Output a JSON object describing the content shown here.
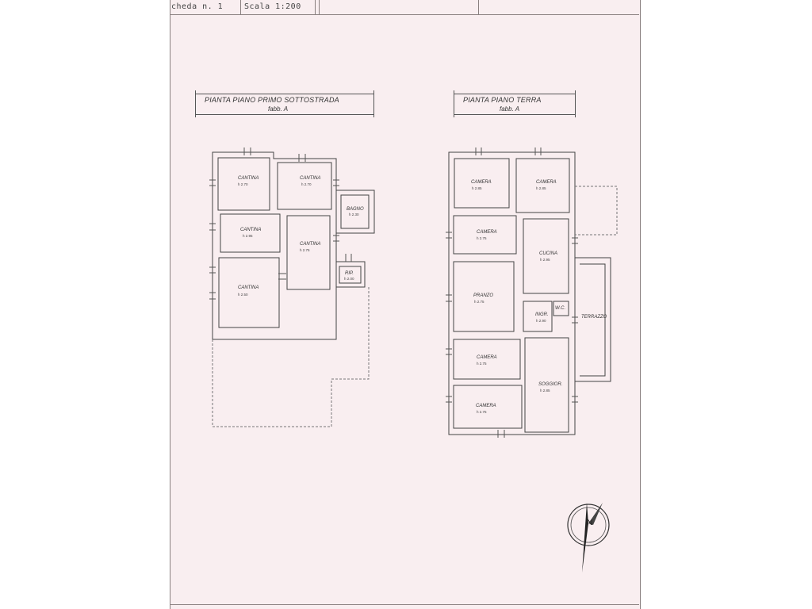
{
  "header": {
    "sheet_label": "cheda n. 1",
    "scale_label": "Scala 1:200"
  },
  "plans": [
    {
      "title": "PIANTA PIANO PRIMO SOTTOSTRADA",
      "subtitle": "fabb. A",
      "rooms": [
        {
          "name": "CANTINA",
          "height": "h 2.70"
        },
        {
          "name": "CANTINA",
          "height": "h 2.70"
        },
        {
          "name": "BAGNO",
          "height": "h 2.30"
        },
        {
          "name": "CANTINA",
          "height": "h 2.95"
        },
        {
          "name": "CANTINA",
          "height": "h 2.75"
        },
        {
          "name": "RIP.",
          "height": "h 2.00"
        },
        {
          "name": "CANTINA",
          "height": "h 2.50"
        }
      ]
    },
    {
      "title": "PIANTA PIANO TERRA",
      "subtitle": "fabb. A",
      "rooms": [
        {
          "name": "CAMERA",
          "height": "h 2.85"
        },
        {
          "name": "CAMERA",
          "height": "h 2.85"
        },
        {
          "name": "CAMERA",
          "height": "h 2.75"
        },
        {
          "name": "CUCINA",
          "height": "h 2.95"
        },
        {
          "name": "PRANZO",
          "height": "h 2.75"
        },
        {
          "name": "W.C.",
          "height": ""
        },
        {
          "name": "INGR.",
          "height": "h 2.90"
        },
        {
          "name": "TERRAZZO",
          "height": ""
        },
        {
          "name": "CAMERA",
          "height": "h 2.75"
        },
        {
          "name": "SOGGIOR.",
          "height": "h 2.85"
        },
        {
          "name": "CAMERA",
          "height": "h 2.75"
        }
      ]
    }
  ],
  "compass": {
    "label": "N"
  }
}
